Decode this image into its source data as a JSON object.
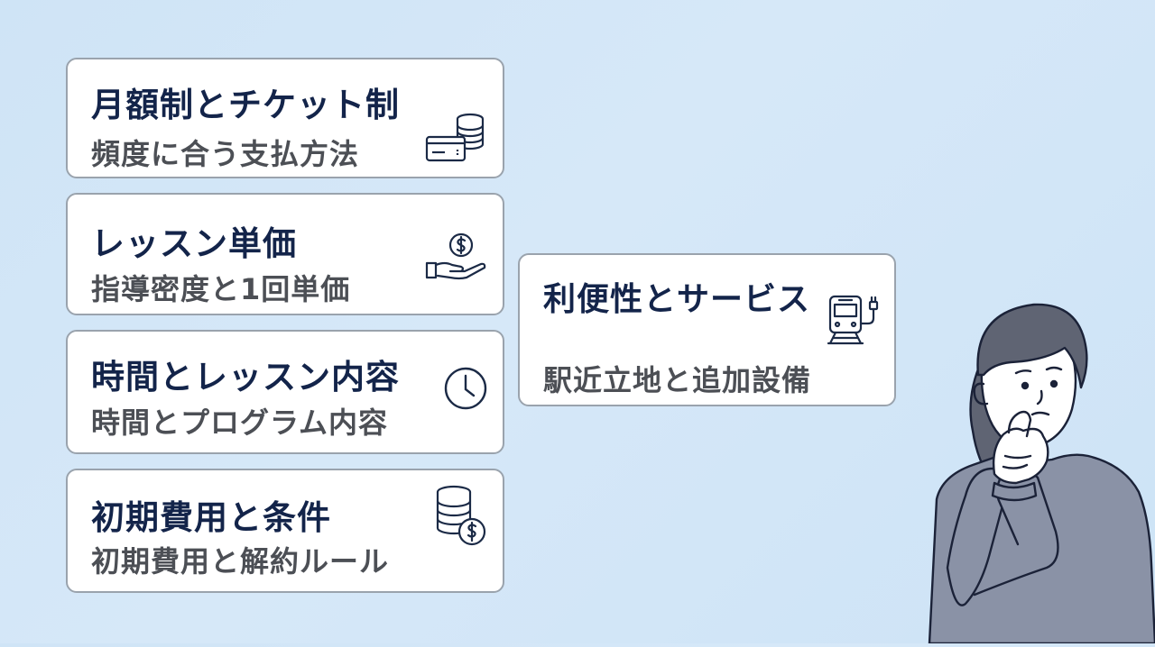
{
  "cards": [
    {
      "title": "月額制とチケット制",
      "subtitle": "頻度に合う支払方法",
      "icon": "card-and-coins-icon"
    },
    {
      "title": "レッスン単価",
      "subtitle": "指導密度と1回単価",
      "icon": "hand-coin-icon"
    },
    {
      "title": "時間とレッスン内容",
      "subtitle": "時間とプログラム内容",
      "icon": "clock-icon"
    },
    {
      "title": "初期費用と条件",
      "subtitle": "初期費用と解約ルール",
      "icon": "coin-stack-dollar-icon"
    }
  ],
  "side_card": {
    "title": "利便性とサービス",
    "subtitle": "駅近立地と追加設備",
    "icon": "train-plug-icon"
  },
  "colors": {
    "title": "#13244a",
    "subtitle": "#4c4f55",
    "border": "#9aa3ad",
    "background": "#d3e6f7",
    "sweater": "#8a92a6",
    "hair": "#5f6473"
  }
}
